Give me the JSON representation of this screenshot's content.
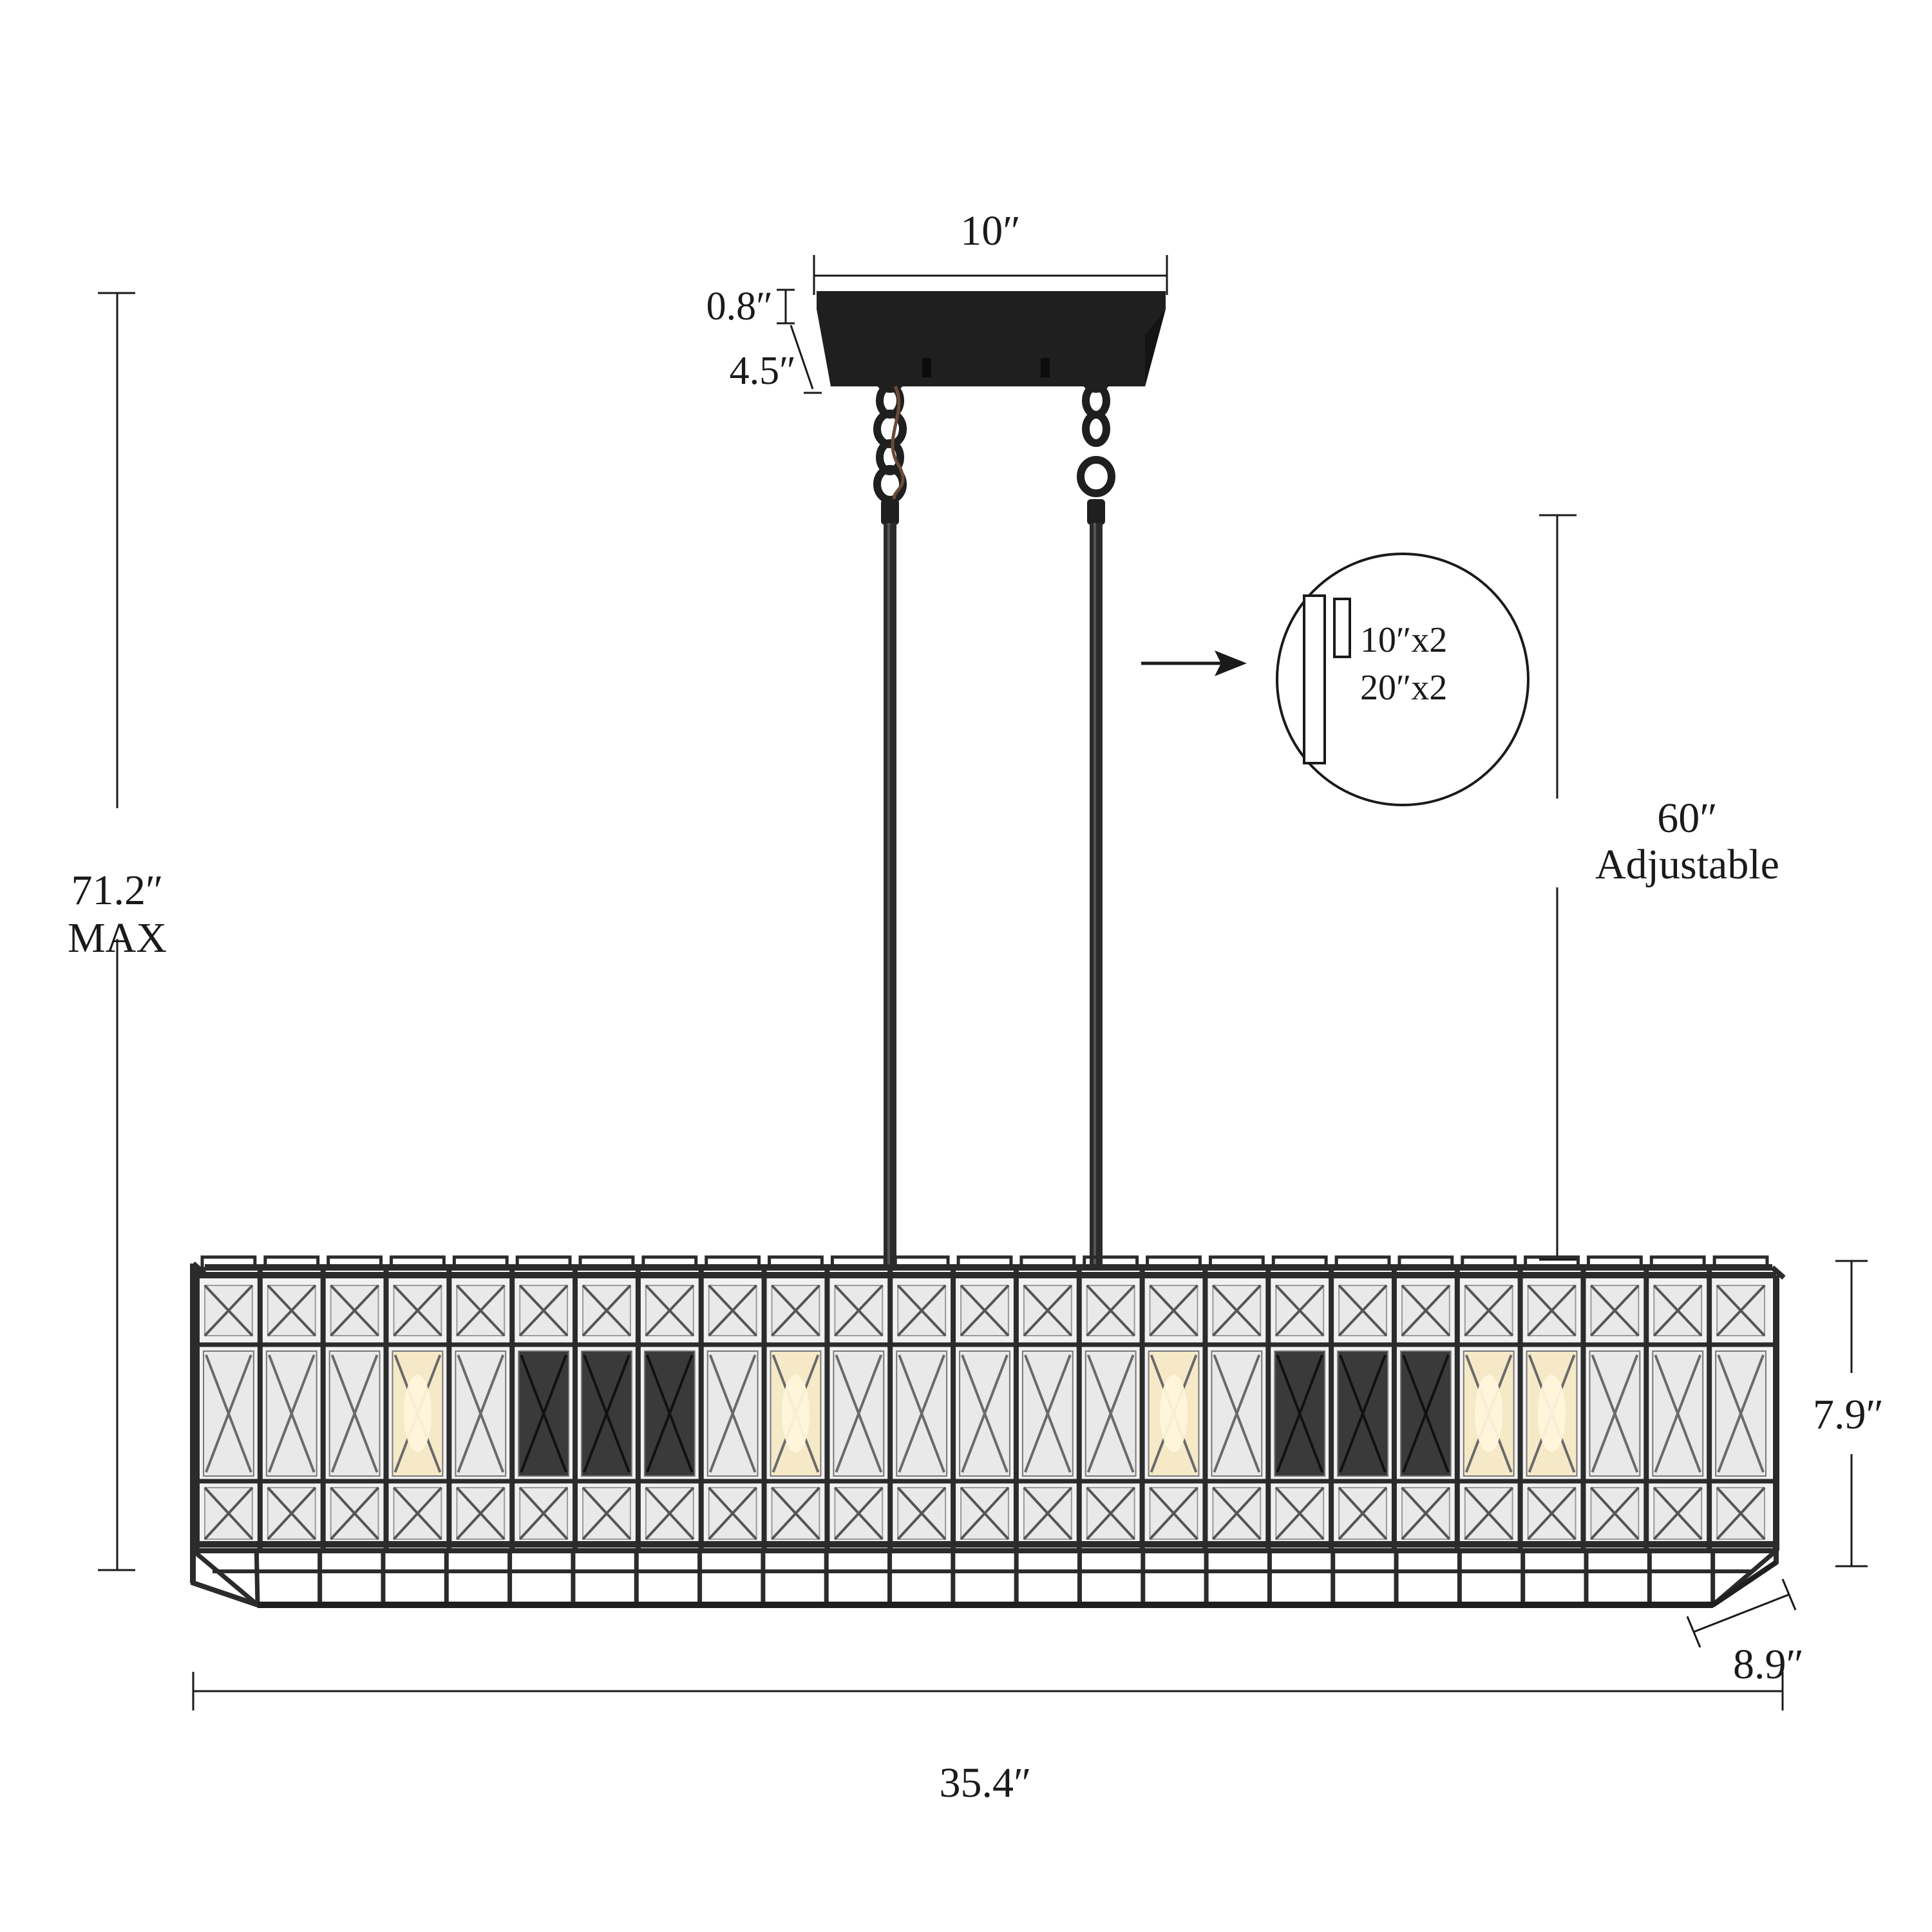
{
  "diagram": {
    "canopy_width": "10″",
    "canopy_thickness": "0.8″",
    "canopy_height": "4.5″",
    "max_height_value": "71.2″",
    "max_height_label": "MAX",
    "rod_length_value": "60″",
    "rod_length_label": "Adjustable",
    "rod_set_short": "10″x2",
    "rod_set_long": "20″x2",
    "shade_height": "7.9″",
    "shade_depth": "8.9″",
    "overall_length": "35.4″"
  },
  "colors": {
    "line": "#1a1a1a",
    "metal": "#2b2b2b",
    "crystal_light": "#e9e9e9",
    "crystal_dark": "#3a3a3a",
    "bulb_glow": "#f6e9c8"
  },
  "chandelier": {
    "column_pattern": [
      "L",
      "L",
      "L",
      "W",
      "L",
      "D",
      "D",
      "D",
      "L",
      "W",
      "L",
      "L",
      "L",
      "L",
      "L",
      "W",
      "L",
      "D",
      "D",
      "D",
      "W",
      "W",
      "L",
      "L",
      "L"
    ]
  }
}
